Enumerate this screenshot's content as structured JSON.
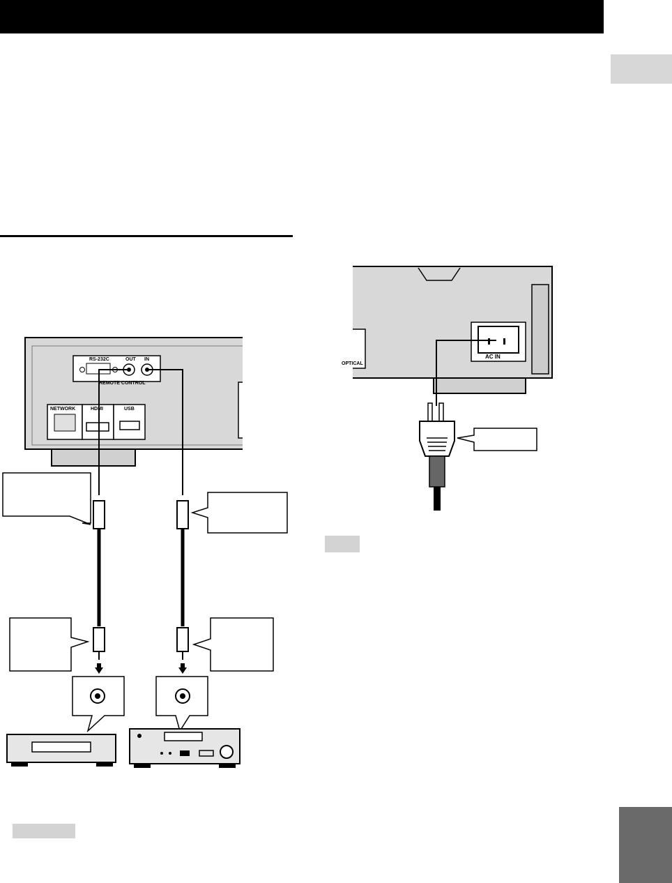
{
  "panel_labels": {
    "rs232c": "RS-232C",
    "out": "OUT",
    "in": "IN",
    "remote_control": "REMOTE CONTROL",
    "network": "NETWORK",
    "hdmi": "HDMI",
    "usb": "USB",
    "optical": "OPTICAL",
    "ac_in": "AC IN"
  },
  "callouts": {
    "top_left": "",
    "top_right": "",
    "mid_left": "",
    "mid_right": "",
    "power": ""
  },
  "notes": {
    "left": "",
    "right": ""
  }
}
